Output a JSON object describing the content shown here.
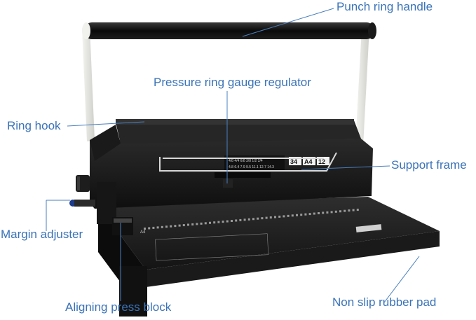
{
  "callouts": {
    "punch_ring_handle": "Punch ring handle",
    "pressure_ring_gauge_regulator": "Pressure ring gauge regulator",
    "ring_hook": "Ring hook",
    "support_frame": "Support frame",
    "margin_adjuster": "Margin adjuster",
    "aligning_press_block": "Aligning press block",
    "non_slip_rubber_pad": "Non slip rubber pad"
  },
  "machine_labels": {
    "pitch_badge": "34",
    "size_badge": "A4",
    "sheets_badge": "12",
    "gauge_row_top": "4/8 4/4 6/8 3/8 1/2 2/4 ",
    "gauge_row_bottom": "4.8 6.4 7.9 9.5 11.1 12.7 14.3",
    "base_mark": "A4"
  },
  "colors": {
    "callout_text": "#3a73b8",
    "leader_line": "#4a7fc0",
    "machine_body": "#1b1b1b",
    "base_top": "#232323",
    "handle_arm": "#e9e9e4"
  }
}
